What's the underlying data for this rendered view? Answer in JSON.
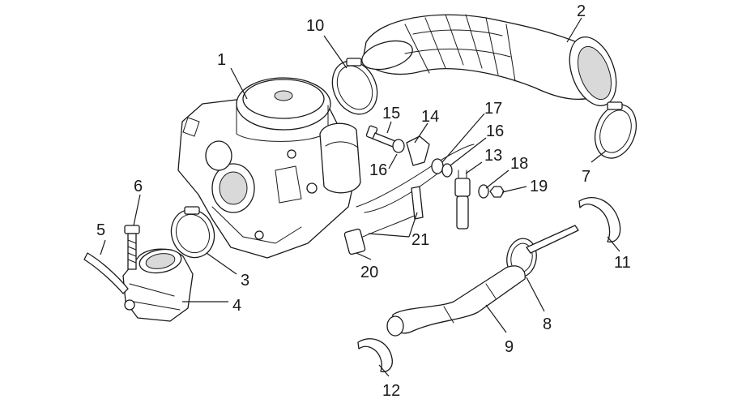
{
  "callouts": [
    {
      "id": "1",
      "text": "1"
    },
    {
      "id": "2",
      "text": "2"
    },
    {
      "id": "3",
      "text": "3"
    },
    {
      "id": "4",
      "text": "4"
    },
    {
      "id": "5",
      "text": "5"
    },
    {
      "id": "6",
      "text": "6"
    },
    {
      "id": "7",
      "text": "7"
    },
    {
      "id": "8",
      "text": "8"
    },
    {
      "id": "9",
      "text": "9"
    },
    {
      "id": "10",
      "text": "10"
    },
    {
      "id": "11",
      "text": "11"
    },
    {
      "id": "12",
      "text": "12"
    },
    {
      "id": "13",
      "text": "13"
    },
    {
      "id": "14",
      "text": "14"
    },
    {
      "id": "15",
      "text": "15"
    },
    {
      "id": "16a",
      "text": "16"
    },
    {
      "id": "16b",
      "text": "16"
    },
    {
      "id": "17",
      "text": "17"
    },
    {
      "id": "18",
      "text": "18"
    },
    {
      "id": "19",
      "text": "19"
    },
    {
      "id": "20",
      "text": "20"
    },
    {
      "id": "21",
      "text": "21"
    }
  ],
  "colors": {
    "line": "#1a1a1a",
    "background": "#ffffff",
    "shade": "#d9d9d9"
  }
}
